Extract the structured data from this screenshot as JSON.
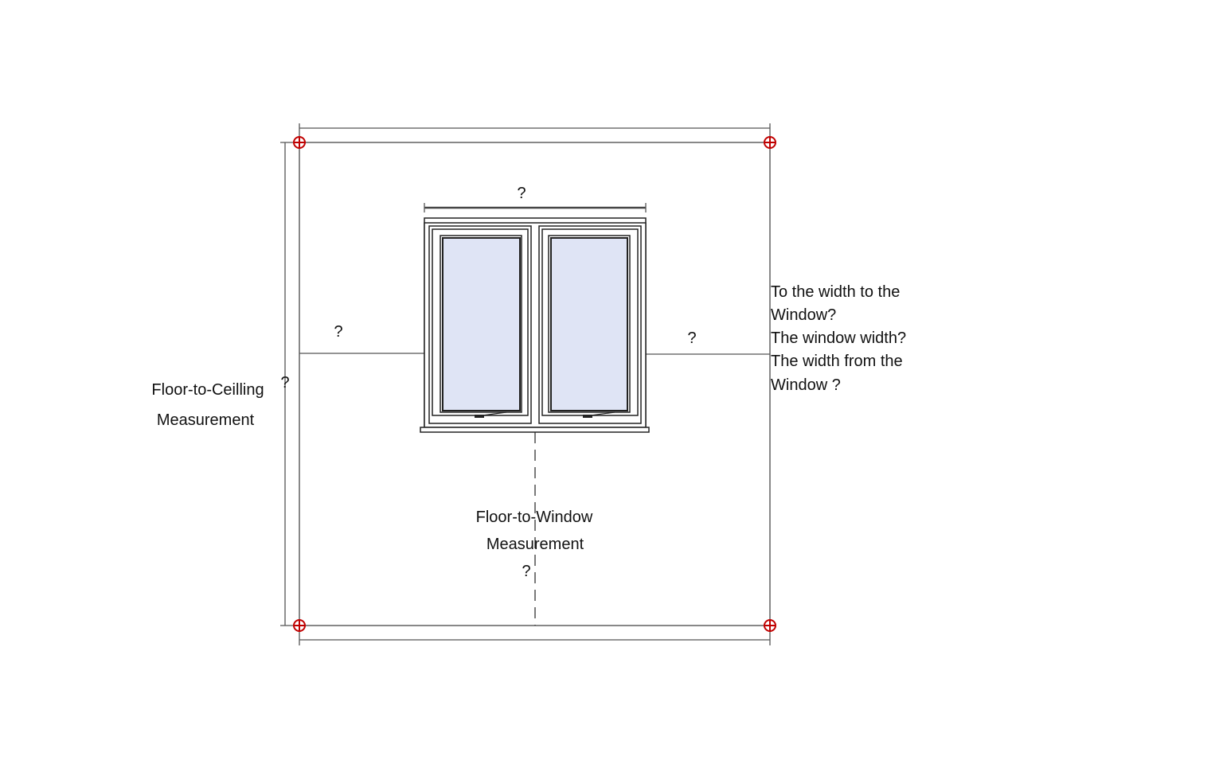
{
  "labels": {
    "top_window_width": "?",
    "left_gap": "?",
    "right_gap": "?",
    "floor_to_ceiling_value": "?",
    "floor_to_window_value": "?",
    "floor_to_ceiling_line1": "Floor-to-Ceilling",
    "floor_to_ceiling_line2": "Measurement",
    "floor_to_window_line1": "Floor-to-Window",
    "floor_to_window_line2": "Measurement"
  },
  "notes": [
    "To the width to the",
    "Window?",
    "The window width?",
    "The width from the",
    "Window ?"
  ],
  "colors": {
    "marker": "#c00000",
    "glass": "#dfe4f5"
  }
}
